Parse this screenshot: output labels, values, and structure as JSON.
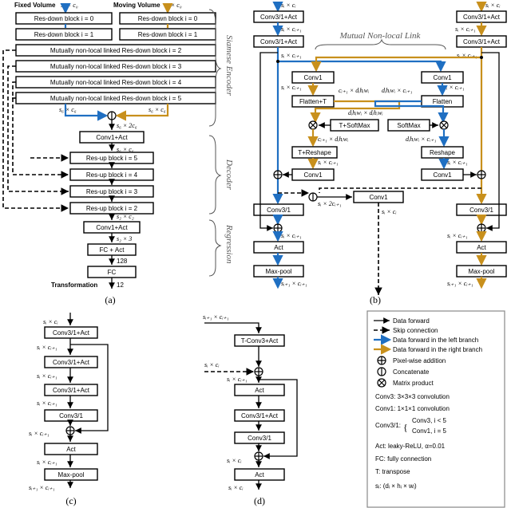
{
  "panel_a": {
    "label": "(a)",
    "fixed_volume": "Fixed Volume",
    "moving_volume": "Moving Volume",
    "s0c0_left": "s₀ × c₀",
    "s0c0_right": "s₀ × c₀",
    "res_down_0": "Res-down block i = 0",
    "res_down_1": "Res-down block i = 1",
    "res_down_0_r": "Res-down block i = 0",
    "res_down_1_r": "Res-down block i = 1",
    "mnl_2": "Mutually non-local linked Res-down block i = 2",
    "mnl_3": "Mutually non-local linked Res-down block i = 3",
    "mnl_4": "Mutually non-local linked Res-down block i = 4",
    "mnl_5": "Mutually non-local linked Res-down block i = 5",
    "s6c6_left": "s₆ × c₆",
    "s6c6_right": "s₆ × c₆",
    "s6_2c6": "s₆ × 2c₆",
    "conv_act_1": "Conv1+Act",
    "s6c6_b": "s₆ × c₆",
    "res_up_5": "Res-up block i = 5",
    "res_up_4": "Res-up block i = 4",
    "res_up_3": "Res-up block i = 3",
    "res_up_2": "Res-up block i = 2",
    "s2c2": "s₂ × c₂",
    "conv_act_2": "Conv1+Act",
    "s2x3": "s₂ × 3",
    "fc_act": "FC + Act",
    "n128": "128",
    "fc": "FC",
    "transformation": "Transformation",
    "n12": "12",
    "siamese": "Siamese Encoder",
    "decoder": "Decoder",
    "regression": "Regression"
  },
  "panel_b": {
    "label": "(b)",
    "si_ci_l": "sᵢ × cᵢ",
    "si_ci_r": "sᵢ × cᵢ",
    "conv31_act_l": "Conv3/1+Act",
    "conv31_act_l2": "Conv3/1+Act",
    "conv31_act_r": "Conv3/1+Act",
    "conv31_act_r2": "Conv3/1+Act",
    "sici1_l": "sᵢ × cᵢ₊₁",
    "sici1_r": "sᵢ × cᵢ₊₁",
    "mutual": "Mutual Non-local Link",
    "conv1_a": "Conv1",
    "conv1_b": "Conv1",
    "sici1_a": "sᵢ × cᵢ₊₁",
    "sici1_b": "sᵢ × cᵢ₊₁",
    "flatten_t": "Flatten+T",
    "flatten": "Flatten",
    "dim_a": "cᵢ₊₁ × dᵢhᵢwᵢ",
    "dim_b": "dᵢhᵢwᵢ × cᵢ₊₁",
    "dim_c": "dᵢhᵢwᵢ × dᵢhᵢwᵢ",
    "t_softmax": "T+SoftMax",
    "softmax": "SoftMax",
    "dim_d": "cᵢ₊₁ × dᵢhᵢwᵢ",
    "dim_e": "dᵢhᵢwᵢ × cᵢ₊₁",
    "t_reshape": "T+Reshape",
    "reshape": "Reshape",
    "sici1_c": "sᵢ × cᵢ₊₁",
    "sici1_d": "sᵢ × cᵢ₊₁",
    "conv1_c": "Conv1",
    "conv1_d": "Conv1",
    "conv1_e": "Conv1",
    "si_2ci1": "sᵢ × 2cᵢ₊₁",
    "si_ci_skip": "sᵢ × cᵢ",
    "conv31_l": "Conv3/1",
    "conv31_r": "Conv3/1",
    "sici1_e": "sᵢ × cᵢ₊₁",
    "sici1_f": "sᵢ × cᵢ₊₁",
    "act_l": "Act",
    "act_r": "Act",
    "maxpool_l": "Max-pool",
    "maxpool_r": "Max-pool",
    "out_l": "sᵢ₊₁ × cᵢ₊₁",
    "out_r": "sᵢ₊₁ × cᵢ₊₁"
  },
  "panel_c": {
    "label": "(c)",
    "si_ci": "sᵢ × cᵢ",
    "conv31_act_1": "Conv3/1+Act",
    "sici1_1": "sᵢ × cᵢ₊₁",
    "conv31_act_2": "Conv3/1+Act",
    "sici1_2": "sᵢ × cᵢ₊₁",
    "conv31_act_3": "Conv3/1+Act",
    "sici1_3": "sᵢ × cᵢ₊₁",
    "conv31": "Conv3/1",
    "sici1_4": "sᵢ × cᵢ₊₁",
    "act": "Act",
    "sici1_5": "sᵢ × cᵢ₊₁",
    "maxpool": "Max-pool",
    "out": "sᵢ₊₁ × cᵢ₊₁"
  },
  "panel_d": {
    "label": "(d)",
    "in": "sᵢ₊₁ × cᵢ₊₁",
    "tconv": "T-Conv3+Act",
    "skip": "sᵢ × cᵢ",
    "sici1_1": "sᵢ × cᵢ₊₁",
    "act_1": "Act",
    "conv31_act": "Conv3/1+Act",
    "conv31": "Conv3/1",
    "sici1_2": "sᵢ × cᵢ",
    "act_2": "Act",
    "out": "sᵢ × cᵢ"
  },
  "legend": {
    "data_forward": "Data forward",
    "skip": "Skip connection",
    "left_branch": "Data forward in the left branch",
    "right_branch": "Data forward in the right branch",
    "pixel_add": "Pixel-wise addition",
    "concat": "Concatenate",
    "matrix": "Matrix product",
    "conv3": "Conv3: 3×3×3 convolution",
    "conv1": "Conv1: 1×1×1 convolution",
    "conv31_key": "Conv3/1:",
    "conv31_a": "Conv3, i < 5",
    "conv31_b": "Conv1, i = 5",
    "act": "Act: leaky-ReLU, α=0.01",
    "fc": "FC: fully connection",
    "t": "T: transpose",
    "si": "sᵢ: (dᵢ × hᵢ × wᵢ)"
  },
  "colors": {
    "left": "#1f6fc2",
    "right": "#c8901c",
    "legend_border": "#999999"
  }
}
